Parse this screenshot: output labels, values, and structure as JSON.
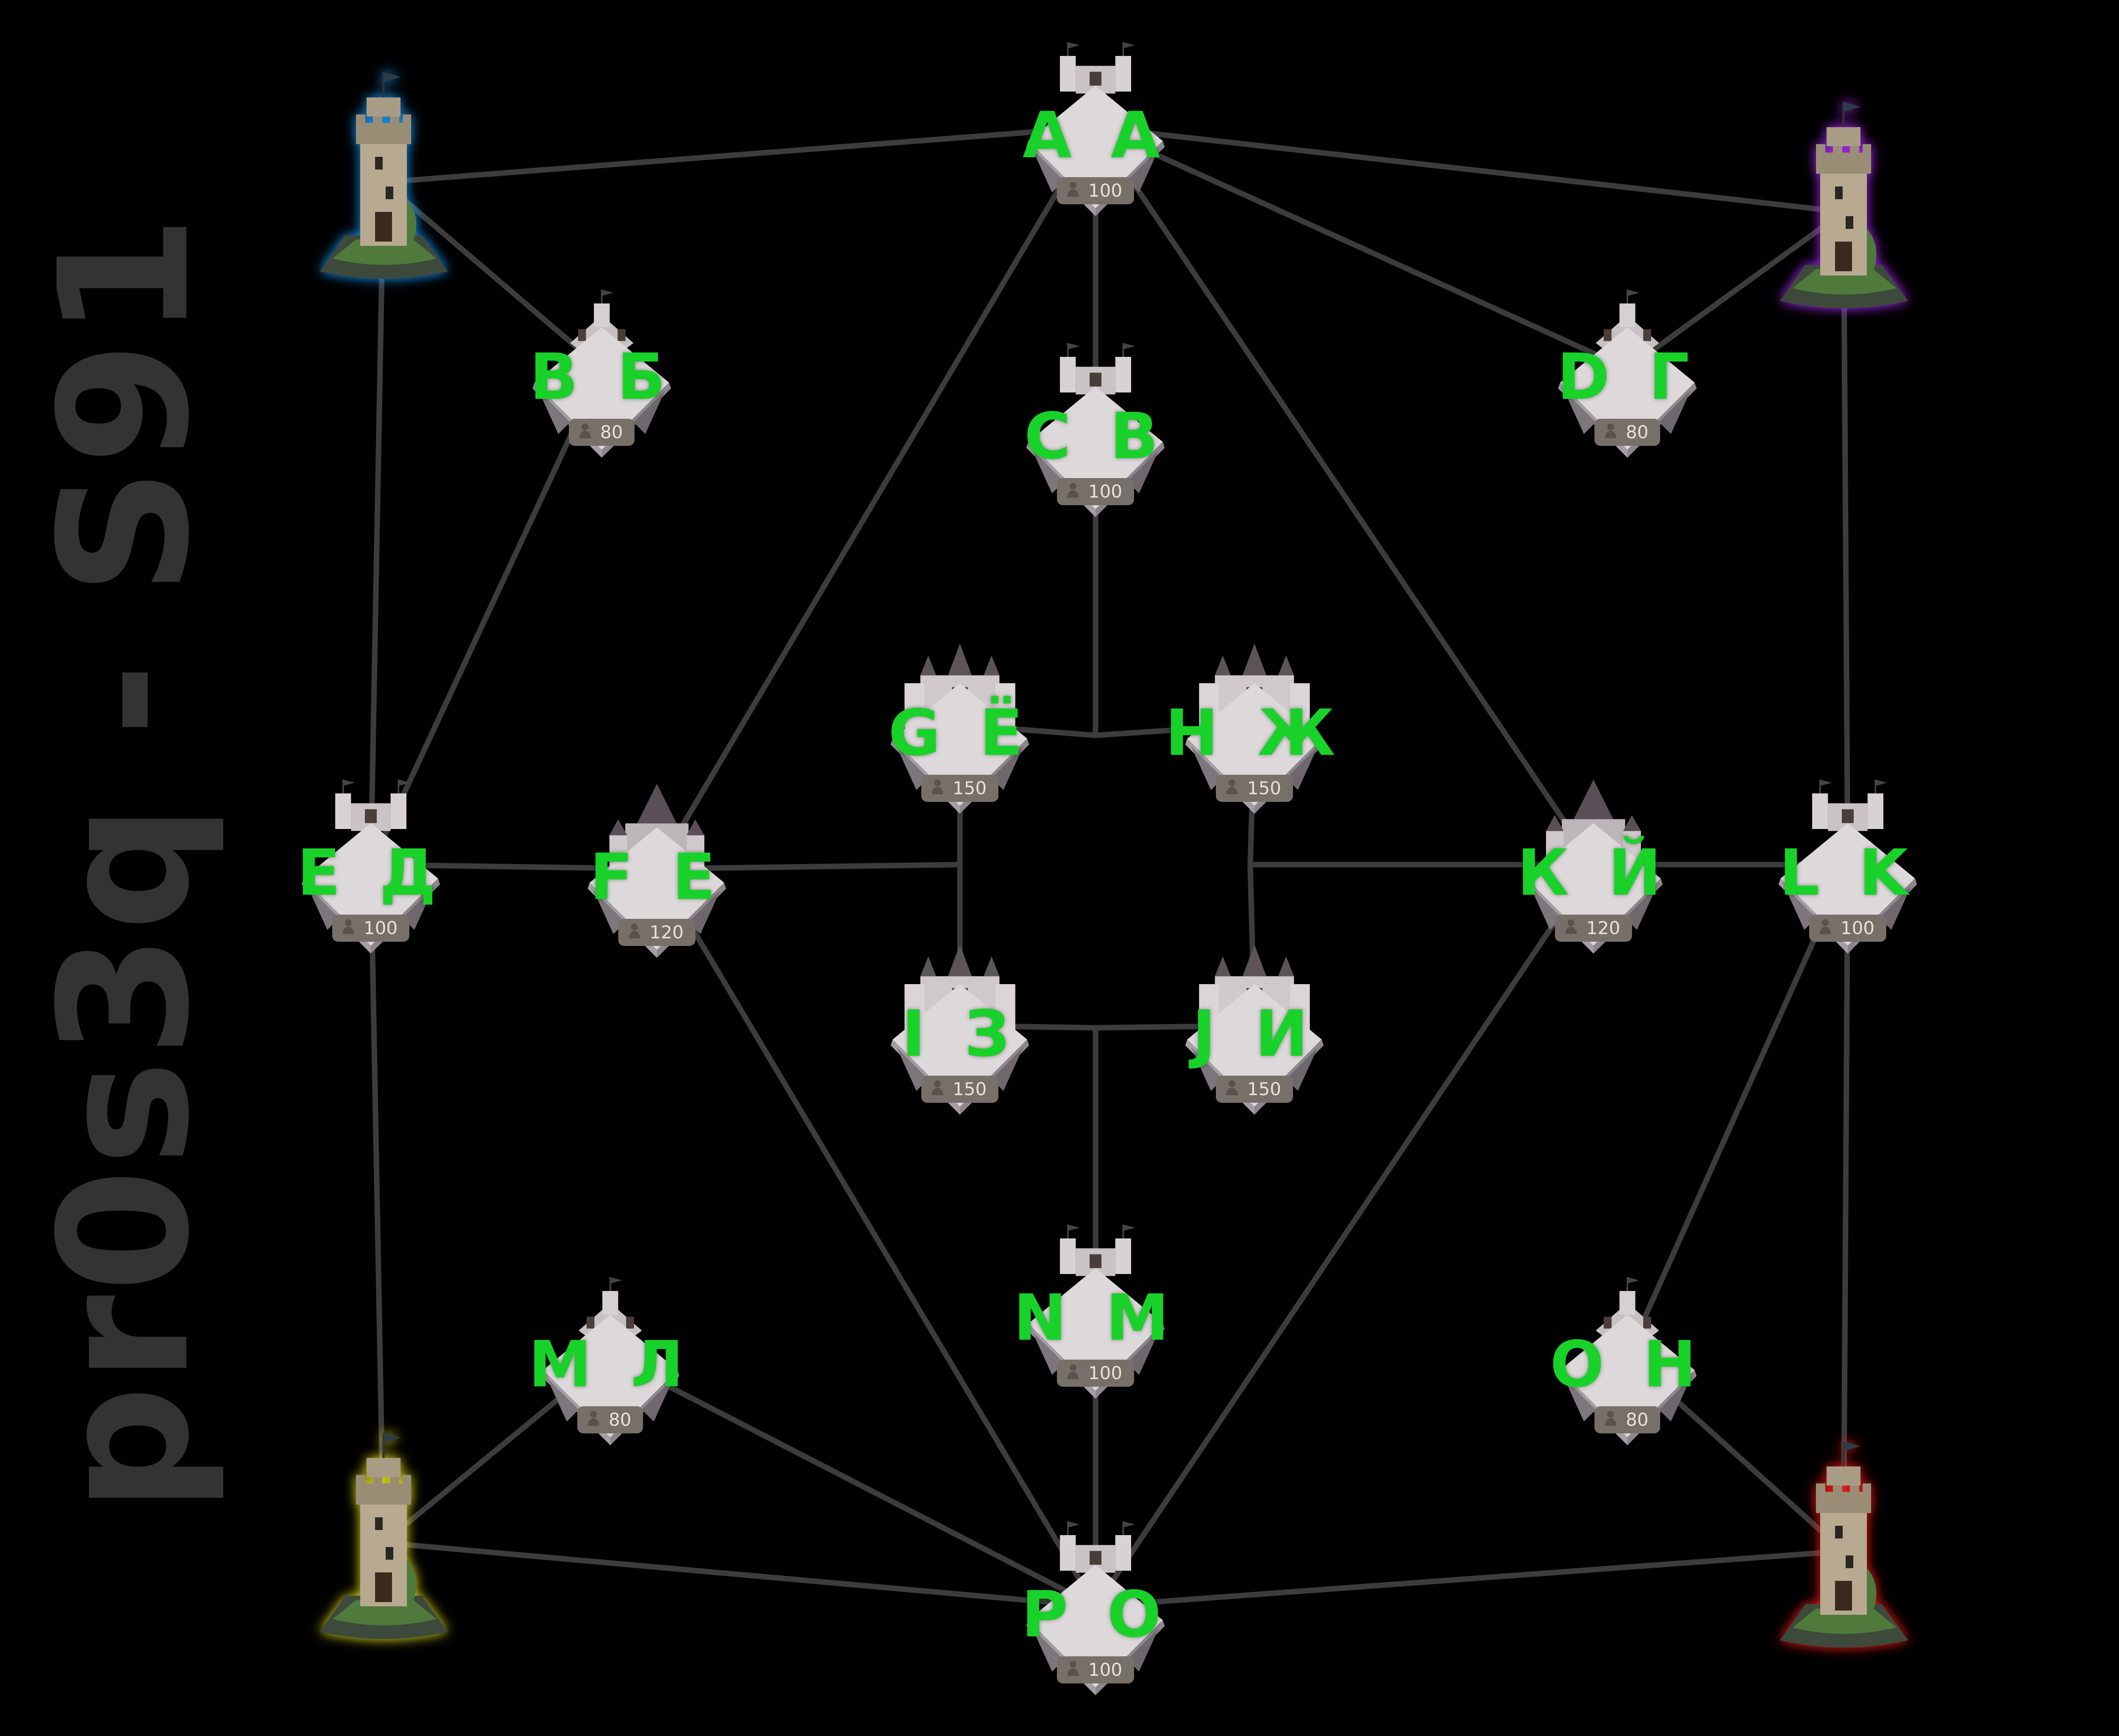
{
  "watermark": "pr0s3q - S91",
  "colors": {
    "background": "#000000",
    "link": "#3c3c3c",
    "label": "#18d22a",
    "watermark": "#333333"
  },
  "towers": [
    {
      "id": "tower-top-left",
      "glow": "#1f9cff"
    },
    {
      "id": "tower-top-right",
      "glow": "#b02cff"
    },
    {
      "id": "tower-bottom-left",
      "glow": "#e6e21a"
    },
    {
      "id": "tower-bottom-right",
      "glow": "#ff1f1f"
    }
  ],
  "cities": [
    {
      "id": "aa",
      "label": "A A",
      "troops": "100",
      "icon": "castle-small-icon"
    },
    {
      "id": "vb",
      "label": "В Б",
      "troops": "80",
      "icon": "fort-icon"
    },
    {
      "id": "dg",
      "label": "D Г",
      "troops": "80",
      "icon": "fort-icon"
    },
    {
      "id": "cv",
      "label": "C В",
      "troops": "100",
      "icon": "castle-small-icon"
    },
    {
      "id": "ge",
      "label": "G Ё",
      "troops": "150",
      "icon": "palace-icon"
    },
    {
      "id": "hzh",
      "label": "H Ж",
      "troops": "150",
      "icon": "palace-icon"
    },
    {
      "id": "ed",
      "label": "Е Д",
      "troops": "100",
      "icon": "castle-small-icon"
    },
    {
      "id": "fe",
      "label": "F E",
      "troops": "120",
      "icon": "cathedral-icon"
    },
    {
      "id": "ky",
      "label": "К Й",
      "troops": "120",
      "icon": "cathedral-icon"
    },
    {
      "id": "lk",
      "label": "L K",
      "troops": "100",
      "icon": "castle-small-icon"
    },
    {
      "id": "iz",
      "label": "I З",
      "troops": "150",
      "icon": "palace-icon"
    },
    {
      "id": "ji",
      "label": "J И",
      "troops": "150",
      "icon": "palace-icon"
    },
    {
      "id": "nm",
      "label": "N M",
      "troops": "100",
      "icon": "castle-small-icon"
    },
    {
      "id": "ml",
      "label": "М Л",
      "troops": "80",
      "icon": "fort-icon"
    },
    {
      "id": "on",
      "label": "O H",
      "troops": "80",
      "icon": "fort-icon"
    },
    {
      "id": "po",
      "label": "P O",
      "troops": "100",
      "icon": "castle-small-icon"
    }
  ],
  "links": [
    [
      "tower-top-left",
      "aa"
    ],
    [
      "aa",
      "tower-top-right"
    ],
    [
      "tower-top-left",
      "vb"
    ],
    [
      "tower-top-left",
      "ed"
    ],
    [
      "aa",
      "cv"
    ],
    [
      "aa",
      "dg"
    ],
    [
      "aa",
      "fe"
    ],
    [
      "aa",
      "ky"
    ],
    [
      "dg",
      "tower-top-right"
    ],
    [
      "tower-top-right",
      "lk"
    ],
    [
      "vb",
      "ed"
    ],
    [
      "ed",
      "fe"
    ],
    [
      "fe",
      "hub-left"
    ],
    [
      "hub-left",
      "ge"
    ],
    [
      "hub-left",
      "iz"
    ],
    [
      "cv",
      "hub-top"
    ],
    [
      "hub-top",
      "ge"
    ],
    [
      "hub-top",
      "hzh"
    ],
    [
      "hub-right",
      "hzh"
    ],
    [
      "hub-right",
      "ji"
    ],
    [
      "hub-right",
      "ky"
    ],
    [
      "ky",
      "lk"
    ],
    [
      "hub-bottom",
      "iz"
    ],
    [
      "hub-bottom",
      "ji"
    ],
    [
      "hub-bottom",
      "nm"
    ],
    [
      "nm",
      "po"
    ],
    [
      "ed",
      "tower-bottom-left"
    ],
    [
      "lk",
      "tower-bottom-right"
    ],
    [
      "lk",
      "on"
    ],
    [
      "fe",
      "po"
    ],
    [
      "ky",
      "po"
    ],
    [
      "ml",
      "po"
    ],
    [
      "ml",
      "tower-bottom-left"
    ],
    [
      "tower-bottom-left",
      "po"
    ],
    [
      "po",
      "tower-bottom-right"
    ],
    [
      "on",
      "tower-bottom-right"
    ]
  ]
}
